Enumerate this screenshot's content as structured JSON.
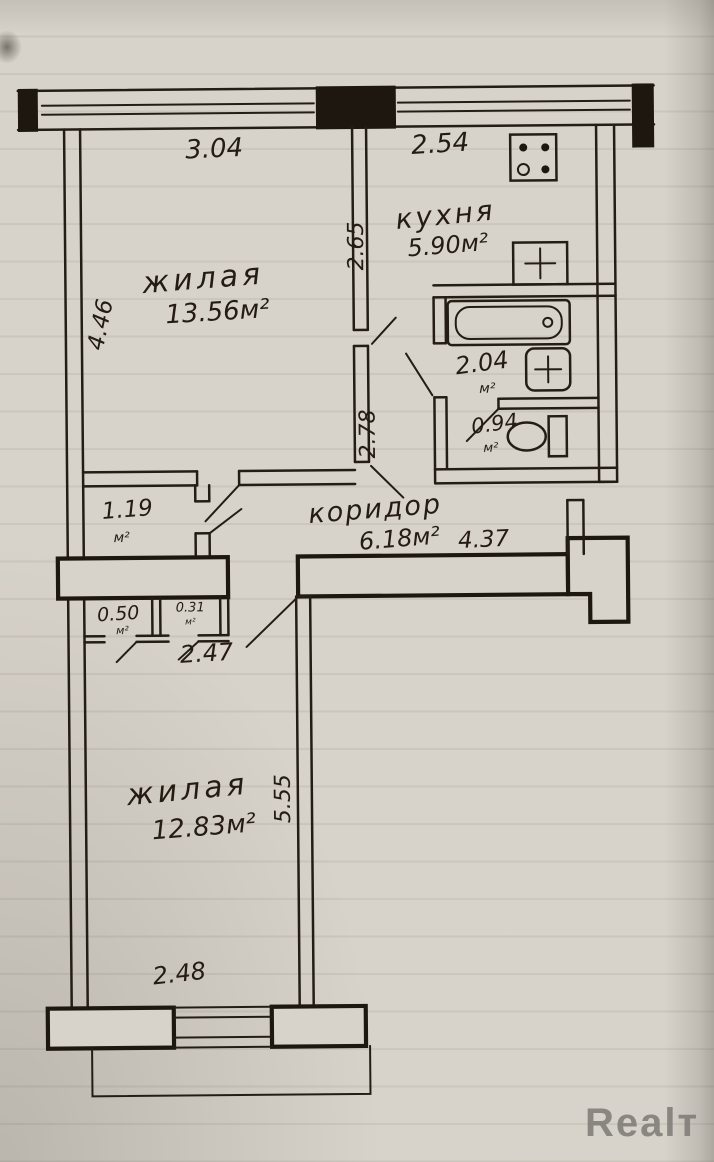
{
  "watermark": {
    "text": "Reаlт"
  },
  "rooms": {
    "living1": {
      "name": "жилая",
      "area": "13.56м²"
    },
    "kitchen": {
      "name": "кухня",
      "area": "5.90м²"
    },
    "corridor": {
      "name": "коридор",
      "area": "6.18м²"
    },
    "living2": {
      "name": "жилая",
      "area": "12.83м²"
    },
    "bathroom": {
      "area": "2.04",
      "unit": "м²"
    },
    "wc": {
      "area": "0.94",
      "unit": "м²"
    },
    "closet": {
      "area": "1.19",
      "unit": "м²"
    },
    "pantry_left": {
      "area": "0.50",
      "unit": "м²"
    },
    "pantry_right": {
      "area": "0.31",
      "unit": "м²"
    }
  },
  "dimensions": {
    "living1_width": "3.04",
    "kitchen_width": "2.54",
    "kitchen_depth": "2.65",
    "living1_depth": "4.46",
    "corridor_side": "2.78",
    "corridor_length": "4.37",
    "closet_width": "2.47",
    "living2_depth": "5.55",
    "living2_width": "2.48"
  }
}
